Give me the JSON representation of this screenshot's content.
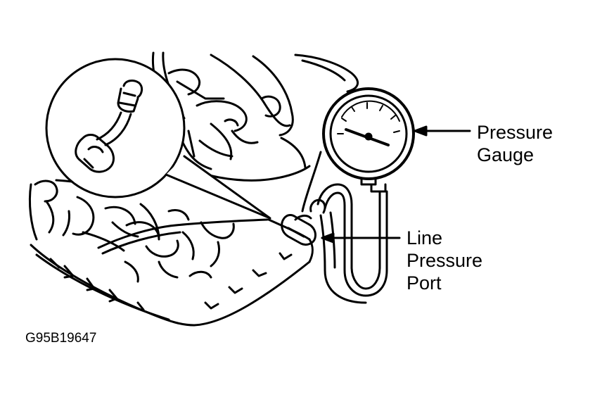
{
  "callouts": {
    "pressure_gauge": [
      "Pressure",
      "Gauge"
    ],
    "line_pressure_port": [
      "Line",
      "Pressure",
      "Port"
    ]
  },
  "figure_code": "G95B19647",
  "icons": {
    "transmission": "transmission-case-illustration",
    "gauge": "pressure-gauge-icon",
    "detail": "magnified-fitting-detail"
  },
  "colors": {
    "ink": "#000000",
    "paper": "#ffffff"
  }
}
